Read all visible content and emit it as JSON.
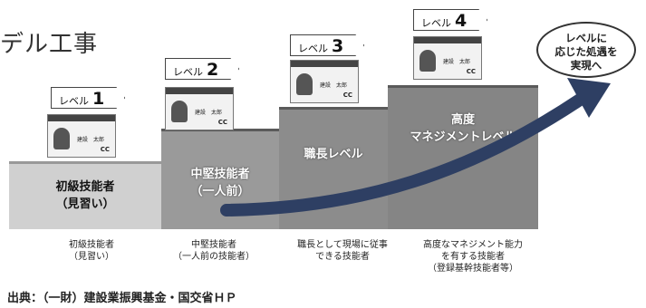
{
  "title_fragment": "デル工事",
  "levels": [
    {
      "tag_prefix": "レベル",
      "tag_num": "1",
      "step_label_line1": "初級技能者",
      "step_label_line2": "（見習い）",
      "desc_line1": "初級技能者",
      "desc_line2": "（見習い）",
      "desc_line3": ""
    },
    {
      "tag_prefix": "レベル",
      "tag_num": "2",
      "step_label_line1": "中堅技能者",
      "step_label_line2": "（一人前）",
      "desc_line1": "中堅技能者",
      "desc_line2": "（一人前の技能者）",
      "desc_line3": ""
    },
    {
      "tag_prefix": "レベル",
      "tag_num": "3",
      "step_label_line1": "職長レベル",
      "step_label_line2": "",
      "desc_line1": "職長として現場に従事",
      "desc_line2": "できる技能者",
      "desc_line3": ""
    },
    {
      "tag_prefix": "レベル",
      "tag_num": "4",
      "step_label_line1": "高度",
      "step_label_line2": "マネジメントレベル",
      "desc_line1": "高度なマネジメント能力",
      "desc_line2": "を有する技能者",
      "desc_line3": "（登録基幹技能者等）"
    }
  ],
  "card": {
    "name_text": "建設　太郎",
    "logo_text": "CC"
  },
  "bubble": {
    "line1": "レベルに",
    "line2": "応じた処遇を",
    "line3": "実現へ"
  },
  "source": "出典：（一財）建設業振興基金・国交省ＨＰ"
}
